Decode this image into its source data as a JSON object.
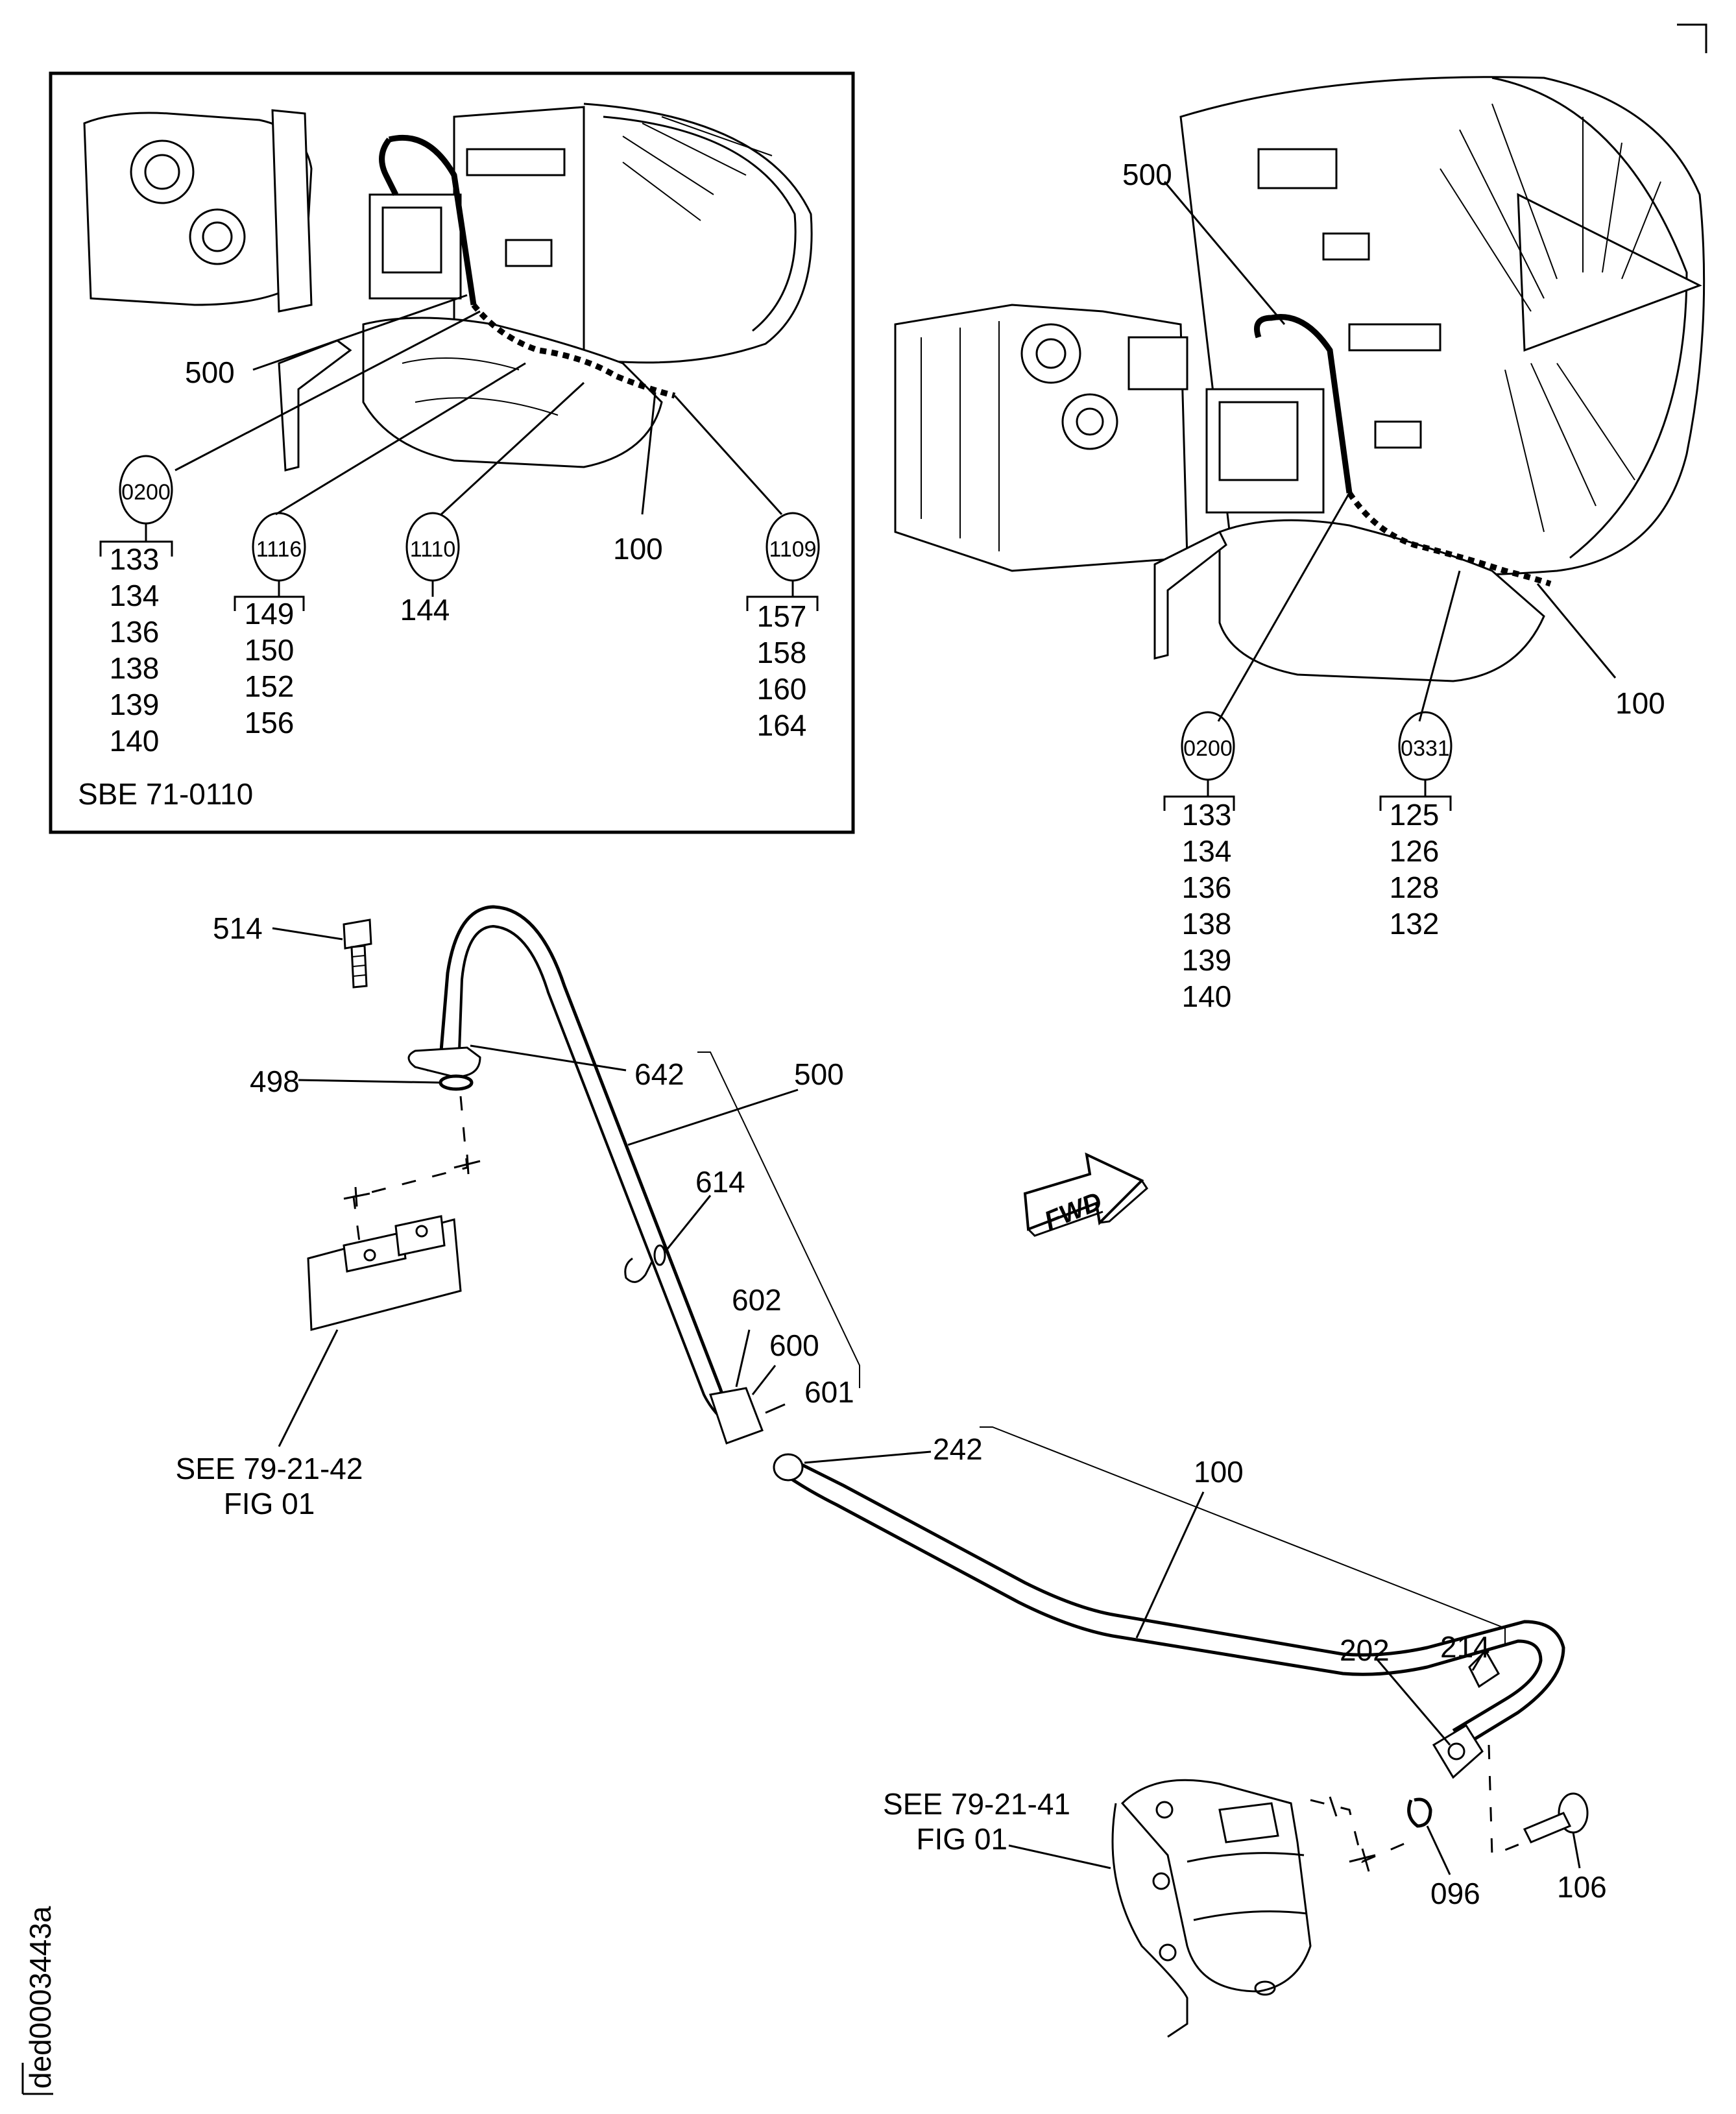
{
  "figure": {
    "image_id_label": "ded0003443a",
    "fwd_arrow_label": "FWD"
  },
  "inset": {
    "note": "SBE 71-0110",
    "labels": {
      "tube": "500",
      "elbow": "100"
    },
    "callout_groups": [
      {
        "circle": "0200",
        "items": [
          "133",
          "134",
          "136",
          "138",
          "139",
          "140"
        ]
      },
      {
        "circle": "1116",
        "items": [
          "149",
          "150",
          "152",
          "156"
        ]
      },
      {
        "circle": "1110",
        "items": [
          "144"
        ]
      },
      {
        "circle": "1109",
        "items": [
          "157",
          "158",
          "160",
          "164"
        ]
      }
    ]
  },
  "main_view": {
    "labels": {
      "tube": "500",
      "elbow": "100"
    },
    "callout_groups": [
      {
        "circle": "0200",
        "items": [
          "133",
          "134",
          "136",
          "138",
          "139",
          "140"
        ]
      },
      {
        "circle": "0331",
        "items": [
          "125",
          "126",
          "128",
          "132"
        ]
      }
    ]
  },
  "exploded_view": {
    "part_labels": {
      "p514": "514",
      "p498": "498",
      "p642": "642",
      "p500": "500",
      "p614": "614",
      "p602": "602",
      "p600": "600",
      "p601": "601",
      "p242": "242",
      "p100": "100",
      "p202": "202",
      "p214": "214",
      "p096": "096",
      "p106": "106"
    },
    "references": [
      {
        "line1": "SEE 79-21-42",
        "line2": "FIG 01"
      },
      {
        "line1": "SEE 79-21-41",
        "line2": "FIG 01"
      }
    ]
  }
}
